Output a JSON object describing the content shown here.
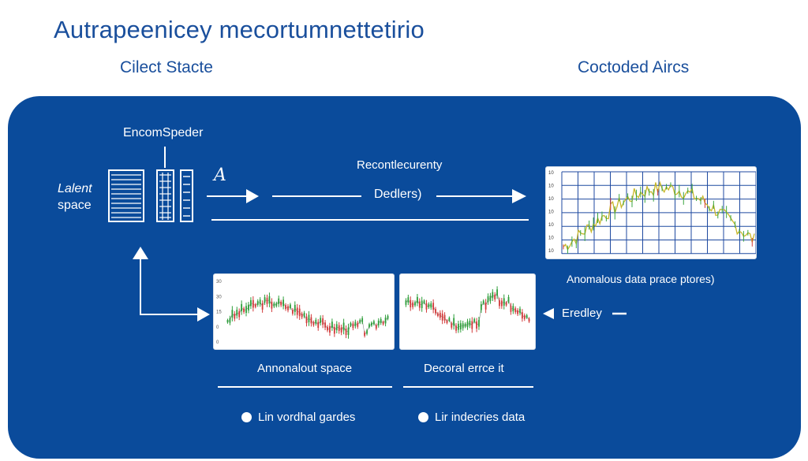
{
  "title": "Autrapeenicey mecortumnettetirio",
  "subtitle_left": "Cilect Stacte",
  "subtitle_right": "Coctoded Aircs",
  "labels": {
    "latent_line1": "Lalent",
    "latent_line2": "space",
    "encoder": "EncomSpeder",
    "encoder_glyph": "A",
    "reconstruction": "Recontlecurenty",
    "decoders": "Dedlers)",
    "anomalous_points": "Anomalous data prace ptores)",
    "eredley": "Eredley",
    "anomalous_space": "Annonalout space",
    "decoral": "Decoral errce it"
  },
  "legend": [
    "Lin vordhal gardes",
    "Lir indecries data"
  ],
  "colors": {
    "panel": "#0a4b9b",
    "title": "#1a4f9c",
    "up": "#2e9e3a",
    "down": "#d23a3a",
    "big_line": "#c8b72a",
    "grid_big": "#1f4aa0"
  },
  "big_chart_ticks": [
    "10",
    "10",
    "10",
    "10",
    "10",
    "10",
    "10"
  ],
  "small_chart_ticks": [
    "30",
    "30",
    "15",
    "0",
    "0"
  ]
}
